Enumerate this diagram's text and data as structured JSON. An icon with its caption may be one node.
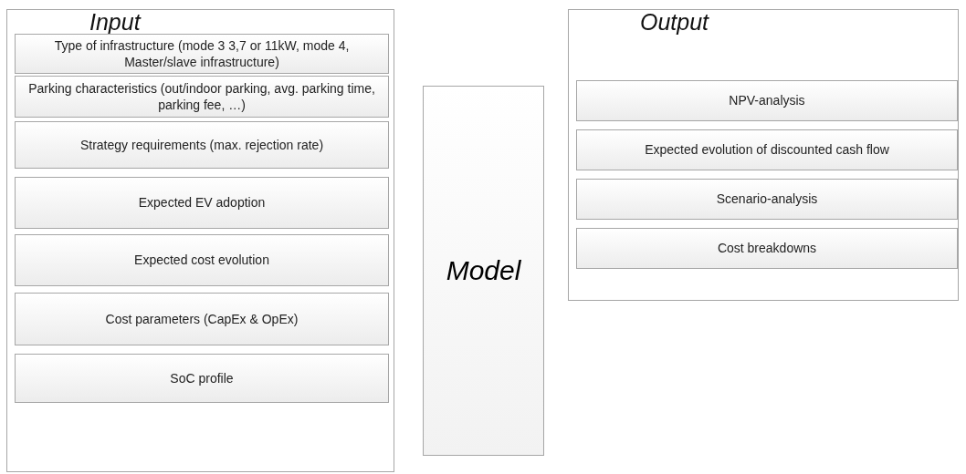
{
  "diagram": {
    "nodes": [
      {
        "text": [
          "Input"
        ]
      },
      {
        "text": [
          "Type of infrastructure (mode 3 3,7 or 11kW, mode 4, Master/slave infrastructure)"
        ],
        "in": 0
      },
      {
        "text": [
          "Parking characteristics (out/indoor parking, avg. parking time, parking fee, …)"
        ],
        "in": 0
      },
      {
        "text": [
          "Strategy requirements (max. rejection rate)"
        ],
        "in": 0
      },
      {
        "text": [
          "Expected EV adoption"
        ],
        "in": 0
      },
      {
        "text": [
          "Expected cost evolution"
        ],
        "in": 0
      },
      {
        "text": [
          "Cost parameters (CapEx & OpEx)"
        ],
        "in": 0
      },
      {
        "text": [
          "SoC profile"
        ],
        "in": 0
      },
      {
        "text": [
          "Model"
        ]
      },
      {
        "text": [
          "Output"
        ]
      },
      {
        "text": [
          "NPV-analysis"
        ],
        "in": 9
      },
      {
        "text": [
          "Expected evolution of discounted cash flow"
        ],
        "in": 9
      },
      {
        "text": [
          "Scenario-analysis"
        ],
        "in": 9
      },
      {
        "text": [
          "Cost breakdowns"
        ],
        "in": 9
      }
    ],
    "edges": []
  }
}
